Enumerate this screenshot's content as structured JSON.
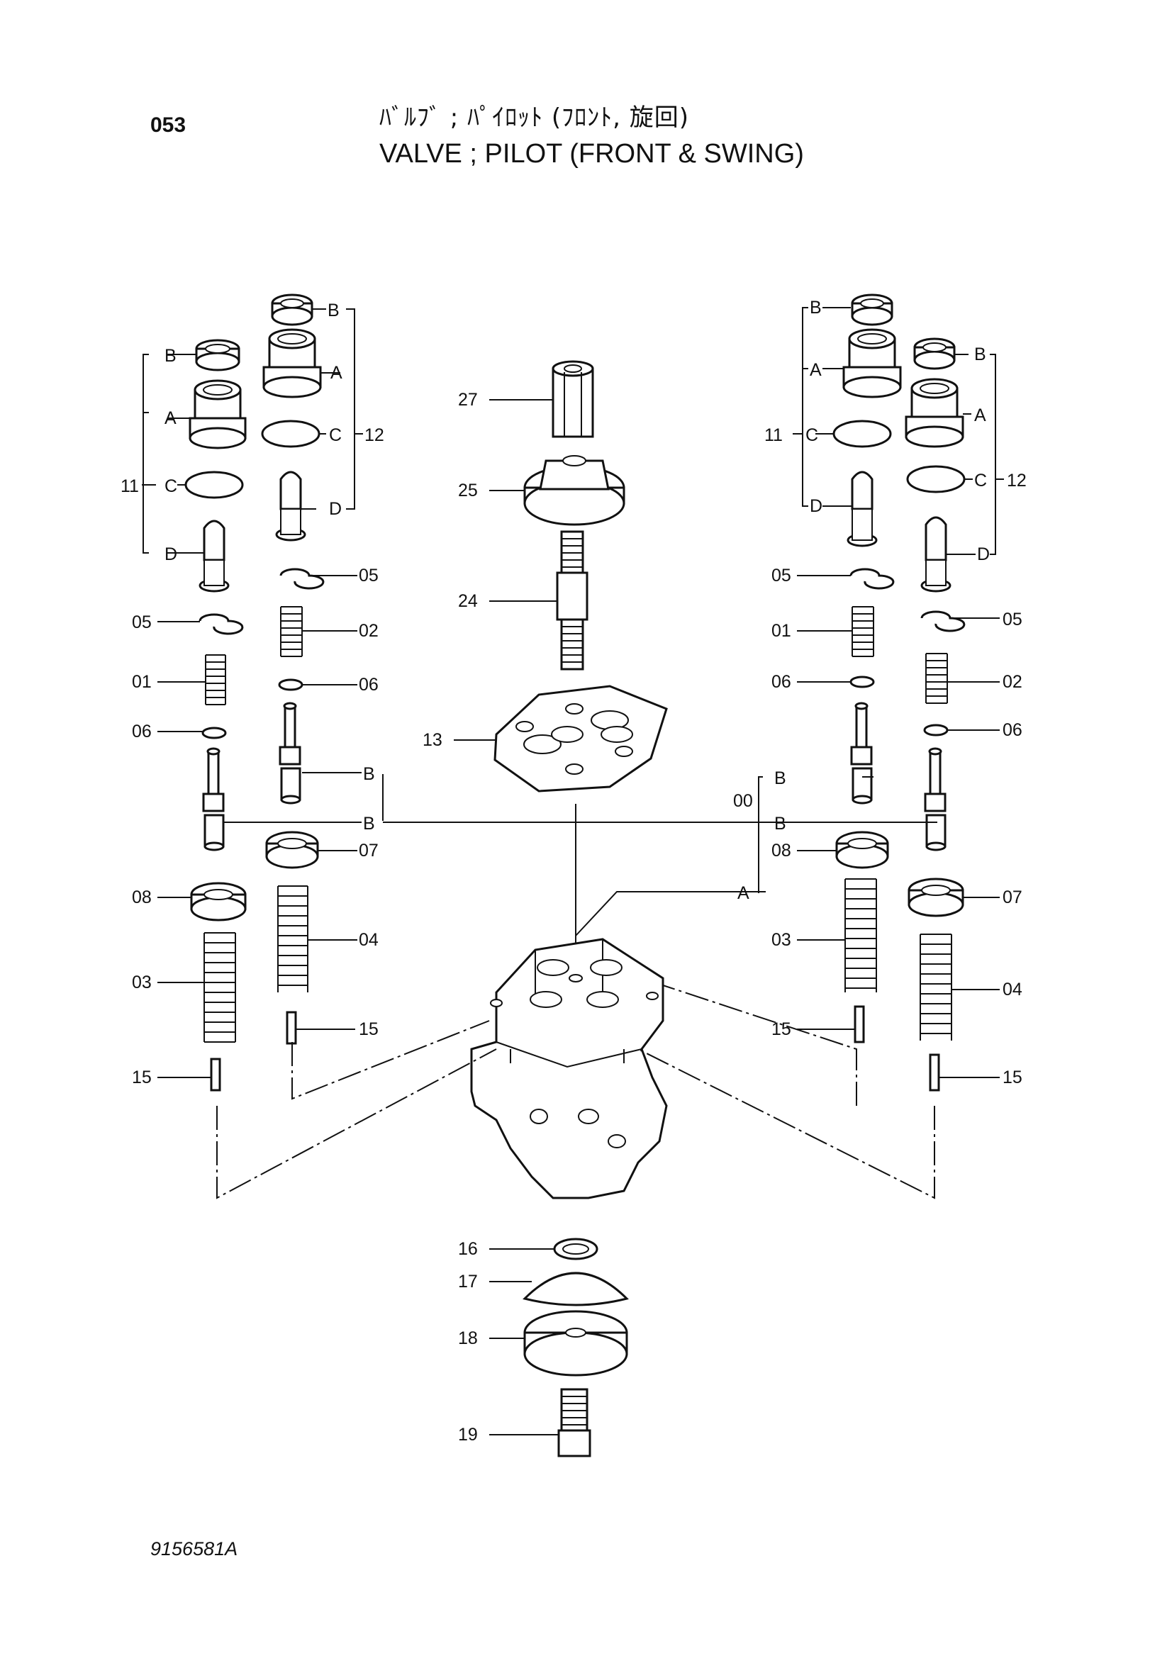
{
  "header": {
    "page_number": "053",
    "title_jp": "ﾊﾞﾙﾌﾞ ; ﾊﾟｲﾛｯﾄ (ﾌﾛﾝﾄ, 旋回)",
    "title_en": "VALVE ; PILOT (FRONT & SWING)"
  },
  "footer": {
    "drawing_number": "9156581A"
  },
  "labels": {
    "l_B1": "B",
    "l_A1": "A",
    "l_11": "11",
    "l_C1": "C",
    "l_D1": "D",
    "l_B2": "B",
    "l_A2": "A",
    "l_C2": "C",
    "l_12": "12",
    "l_D2": "D",
    "l_05a": "05",
    "l_05b": "05",
    "l_02a": "02",
    "l_01a": "01",
    "l_06a": "06",
    "l_06b": "06",
    "l_Bl1": "B",
    "l_Bl2": "B",
    "l_07a": "07",
    "l_08a": "08",
    "l_04a": "04",
    "l_03a": "03",
    "l_15a": "15",
    "l_15b": "15",
    "l_27": "27",
    "l_25": "25",
    "l_24": "24",
    "l_13": "13",
    "l_16": "16",
    "l_17": "17",
    "l_18": "18",
    "l_19": "19",
    "r_B1": "B",
    "r_A1": "A",
    "r_11": "11",
    "r_C1": "C",
    "r_D1": "D",
    "r_B2": "B",
    "r_A2": "A",
    "r_C2": "C",
    "r_12": "12",
    "r_D2": "D",
    "r_05a": "05",
    "r_05b": "05",
    "r_01": "01",
    "r_02": "02",
    "r_06a": "06",
    "r_06b": "06",
    "r_00": "00",
    "r_Bm1": "B",
    "r_Bm2": "B",
    "r_A": "A",
    "r_08": "08",
    "r_07": "07",
    "r_03": "03",
    "r_04": "04",
    "r_15a": "15",
    "r_15b": "15"
  }
}
